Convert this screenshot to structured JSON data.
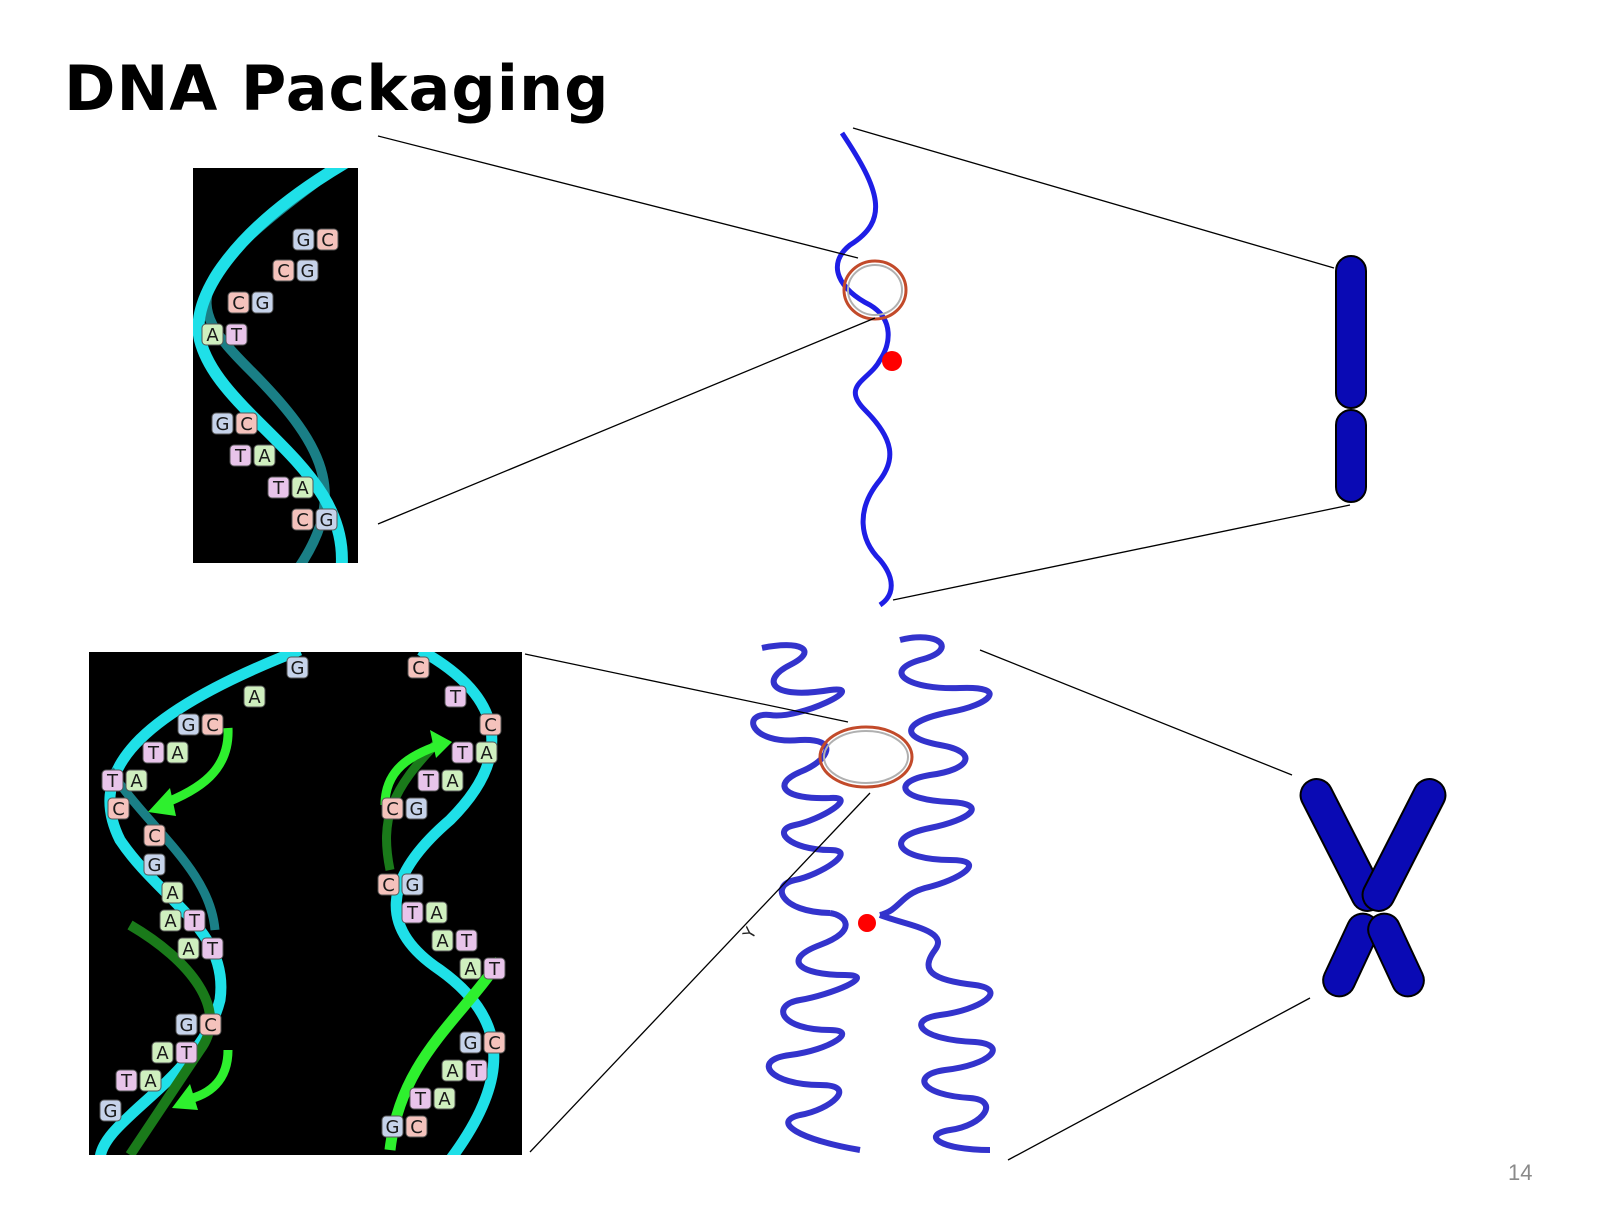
{
  "slide": {
    "title": "DNA Packaging",
    "page_number": "14"
  },
  "colors": {
    "chromatin": "#1e1ee6",
    "chromosome": "#0a0ab4",
    "centromere": "#ff0000",
    "helix_light": "#1fe0e8",
    "helix_dark": "#1a7f86",
    "new_strand_light": "#2ef02e",
    "new_strand_dark": "#1a7a1a",
    "highlight_ring": "#c24a2a",
    "leader_line": "#000000"
  },
  "diagram": {
    "top_helix": {
      "pairs": [
        [
          "G",
          "C"
        ],
        [
          "C",
          "G"
        ],
        [
          "C",
          "G"
        ],
        [
          "A",
          "T"
        ],
        [
          "G",
          "C"
        ],
        [
          "T",
          "A"
        ],
        [
          "T",
          "A"
        ],
        [
          "C",
          "G"
        ]
      ]
    },
    "replication_fork": {
      "left_strand": [
        [
          "",
          "G"
        ],
        [
          "",
          "A"
        ],
        [
          "G",
          "C"
        ],
        [
          "T",
          "A"
        ],
        [
          "T",
          "A"
        ],
        [
          "C",
          ""
        ],
        [
          "",
          "C"
        ],
        [
          "",
          "G"
        ],
        [
          "",
          "A"
        ],
        [
          "A",
          "T"
        ],
        [
          "A",
          "T"
        ],
        [
          "G",
          "C"
        ],
        [
          "A",
          "T"
        ],
        [
          "T",
          "A"
        ],
        [
          "G",
          ""
        ]
      ],
      "right_strand": [
        [
          "",
          "C"
        ],
        [
          "",
          "T"
        ],
        [
          "",
          "C"
        ],
        [
          "T",
          "A"
        ],
        [
          "T",
          "A"
        ],
        [
          "C",
          "G"
        ],
        [
          "C",
          "G"
        ],
        [
          "T",
          "A"
        ],
        [
          "A",
          "T"
        ],
        [
          "A",
          "T"
        ],
        [
          "G",
          "C"
        ],
        [
          "A",
          "T"
        ],
        [
          "T",
          "A"
        ],
        [
          "G",
          "C"
        ]
      ]
    },
    "condensed_fiber": {
      "mark": "Y"
    }
  }
}
